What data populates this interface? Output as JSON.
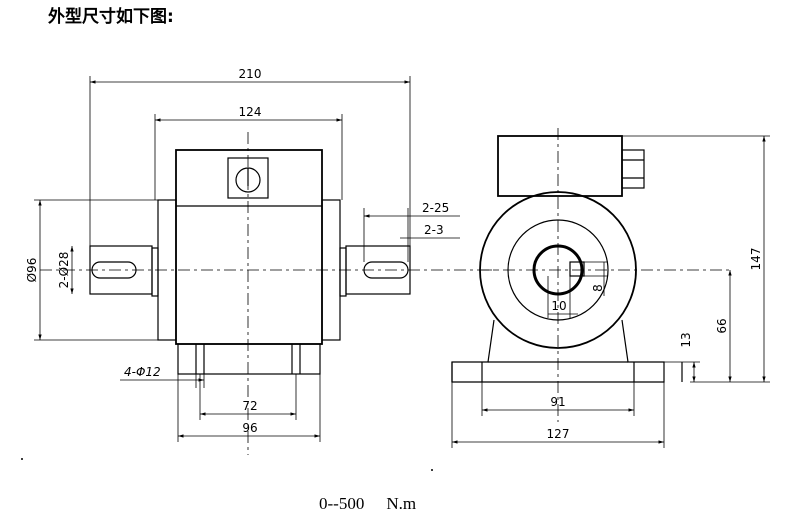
{
  "heading": "外型尺寸如下图:",
  "caption": {
    "range": "0--500",
    "unit": "N.m"
  },
  "front_view": {
    "dim_overall_length": "210",
    "dim_body_length": "124",
    "dim_body_diameter": "Ø96",
    "dim_shaft_diameter": "2-Ø28",
    "dim_shaft_length": "2-25",
    "dim_key_offset": "2-3",
    "dim_holes": "4-Φ12",
    "dim_hole_spacing": "72",
    "dim_base_length": "96"
  },
  "side_view": {
    "dim_total_height": "147",
    "dim_center_height": "66",
    "dim_base_thickness": "13",
    "dim_keyway_depth": "8",
    "dim_keyway_width": "10",
    "dim_hole_spacing": "91",
    "dim_base_width": "127"
  }
}
